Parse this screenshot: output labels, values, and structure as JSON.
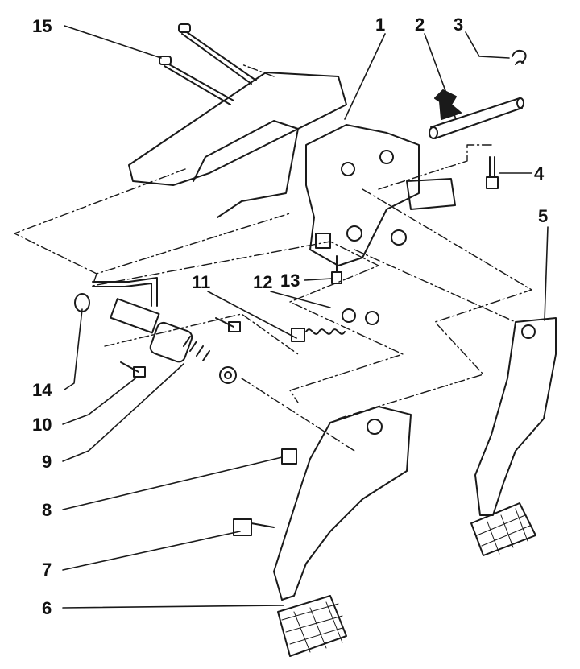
{
  "diagram": {
    "callouts": {
      "c1": "1",
      "c2": "2",
      "c3": "3",
      "c4": "4",
      "c5": "5",
      "c6": "6",
      "c7": "7",
      "c8": "8",
      "c9": "9",
      "c10": "10",
      "c11": "11",
      "c12": "12",
      "c13": "13",
      "c14": "14",
      "c15": "15"
    }
  },
  "colors": {
    "ink": "#1a1a1a",
    "background": "#ffffff"
  }
}
